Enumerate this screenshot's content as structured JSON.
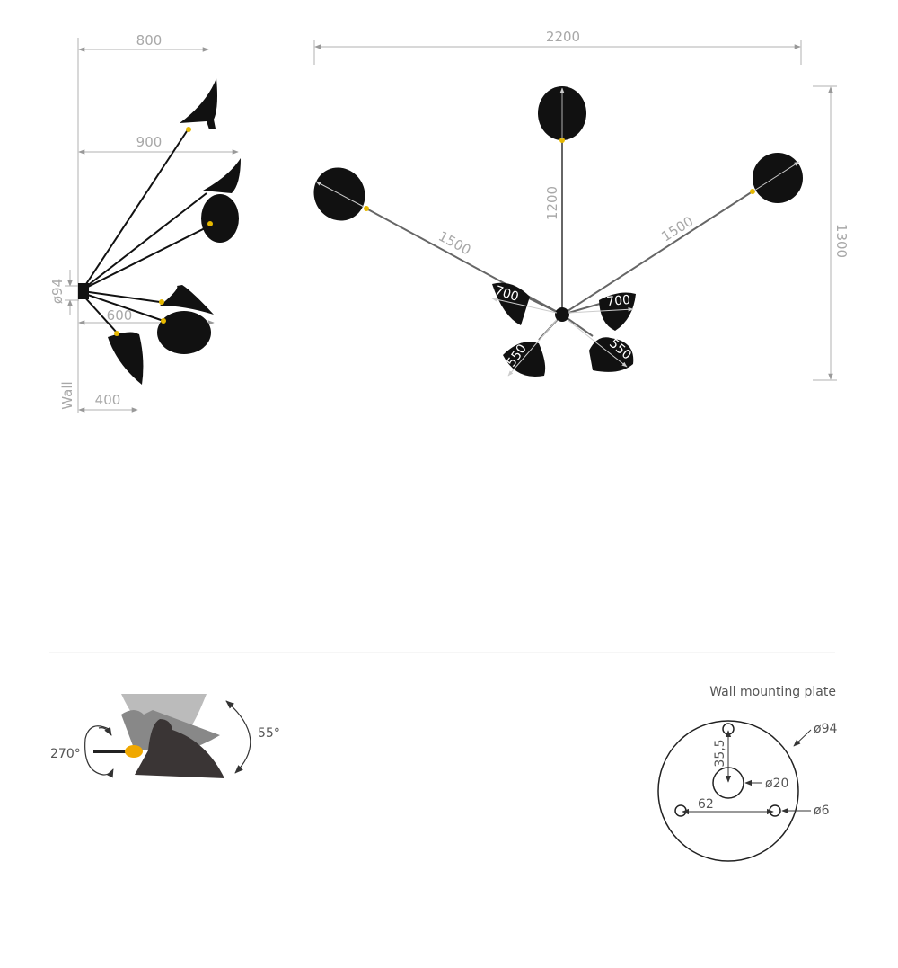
{
  "side_view": {
    "dim_800": "800",
    "dim_900": "900",
    "dim_diameter": "ø94",
    "dim_600": "600",
    "dim_400": "400",
    "wall_label": "Wall"
  },
  "front_view": {
    "dim_width": "2200",
    "dim_height": "1300",
    "dim_center_arm": "1200",
    "dim_left_arm": "1500",
    "dim_right_arm": "1500",
    "dim_upper_left": "700",
    "dim_upper_right": "700",
    "dim_lower_left": "550",
    "dim_lower_right": "550"
  },
  "rotation": {
    "swivel_label": "270°",
    "tilt_label": "55°"
  },
  "mounting_plate": {
    "title": "Wall mounting plate",
    "outer_diameter": "ø94",
    "center_diameter": "ø20",
    "hole_diameter": "ø6",
    "hole_spacing": "62",
    "vertical_offset": "35,5"
  },
  "colors": {
    "shade": "#111111",
    "brass": "#e6b800",
    "dimension": "#b0b0b0"
  }
}
